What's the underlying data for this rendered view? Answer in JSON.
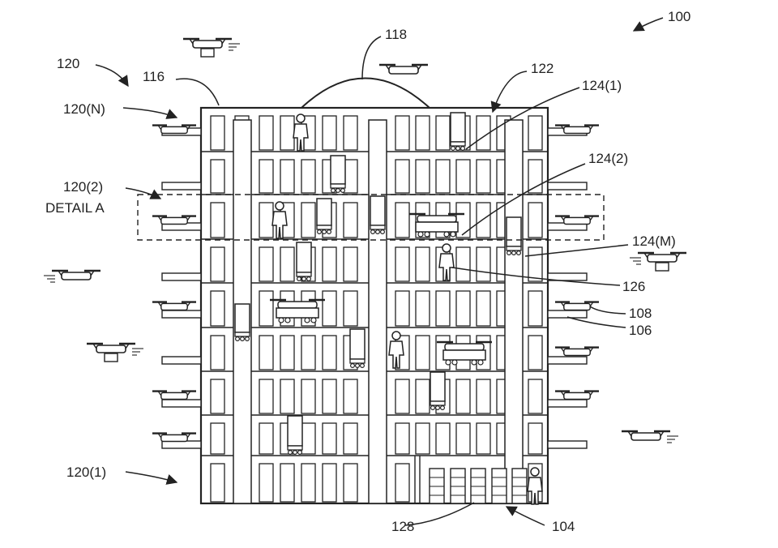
{
  "figure": {
    "ref_100": "100",
    "ref_104": "104",
    "ref_106": "106",
    "ref_108": "108",
    "ref_116": "116",
    "ref_118": "118",
    "ref_120": "120",
    "ref_120_N": "120(N)",
    "ref_120_2": "120(2)",
    "ref_120_1": "120(1)",
    "ref_122": "122",
    "ref_124_1": "124(1)",
    "ref_124_2": "124(2)",
    "ref_124_M": "124(M)",
    "ref_126": "126",
    "ref_128": "128",
    "detail_label": "DETAIL A"
  },
  "colors": {
    "ink": "#222222",
    "paper": "#ffffff"
  },
  "icons": [
    "drone-icon",
    "person-icon",
    "robot-cart-icon",
    "storage-cart-icon"
  ]
}
